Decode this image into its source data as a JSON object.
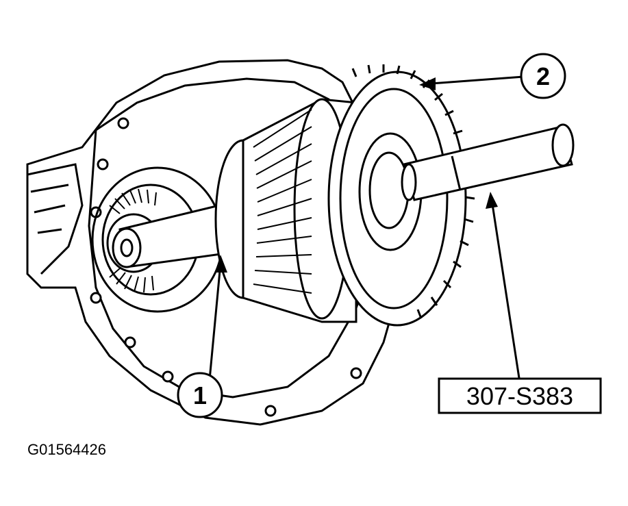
{
  "callouts": {
    "one": "1",
    "two": "2"
  },
  "tool_label": "307-S383",
  "figure_code": "G01564426",
  "colors": {
    "ink": "#000000",
    "paper": "#ffffff"
  }
}
